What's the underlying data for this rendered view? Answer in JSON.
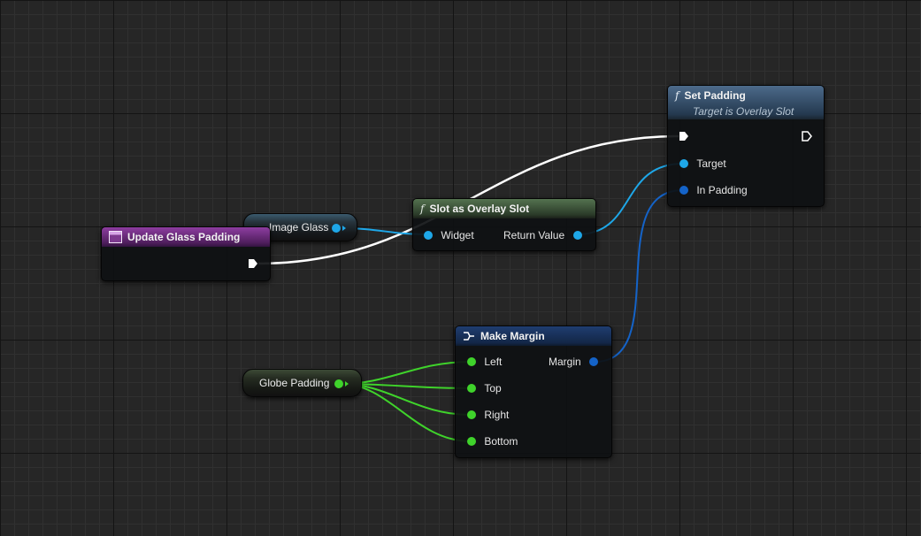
{
  "nodes": {
    "event": {
      "title": "Update Glass Padding",
      "icon": "event-icon"
    },
    "image_glass": {
      "label": "Image Glass"
    },
    "slot_as_overlay": {
      "title": "Slot as Overlay Slot",
      "icon": "function-icon",
      "input_pin": "Widget",
      "output_pin": "Return Value"
    },
    "set_padding": {
      "title": "Set Padding",
      "subtitle": "Target is Overlay Slot",
      "icon": "function-icon",
      "pins": [
        "Target",
        "In Padding"
      ]
    },
    "globe_padding": {
      "label": "Globe Padding"
    },
    "make_margin": {
      "title": "Make Margin",
      "icon": "make-struct-icon",
      "inputs": [
        "Left",
        "Top",
        "Right",
        "Bottom"
      ],
      "output_pin": "Margin"
    }
  },
  "colors": {
    "exec": "#ffffff",
    "object_pin": "#1ea7e8",
    "struct_pin": "#1463c8",
    "float_pin": "#3fd32b"
  }
}
